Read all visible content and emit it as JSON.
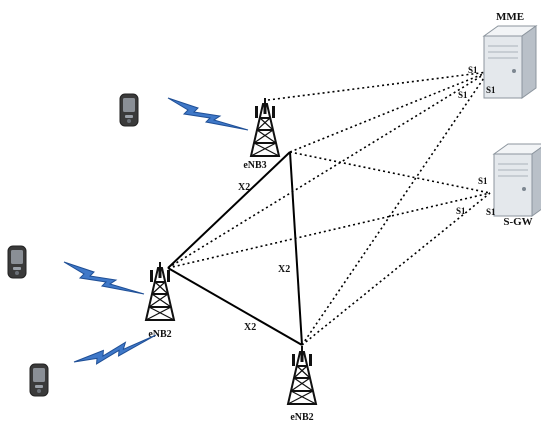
{
  "nodes": {
    "mme_label": "MME",
    "sgw_label": "S-GW",
    "enb3_label": "eNB3",
    "enb2_left_label": "eNB2",
    "enb2_bottom_label": "eNB2"
  },
  "links": {
    "x2_top": "X2",
    "x2_middle": "X2",
    "x2_bottom": "X2",
    "s1_mme_a": "S1",
    "s1_mme_b": "S1",
    "s1_mme_c": "S1",
    "s1_sgw_a": "S1",
    "s1_sgw_b": "S1",
    "s1_sgw_c": "S1"
  },
  "colors": {
    "lightning": "#3f78c8",
    "lightning_stroke": "#1f4f96",
    "line": "#000000",
    "server_body": "#e4e8ec",
    "server_side": "#b9c0c8",
    "phone_body": "#3a3a3a",
    "phone_screen": "#8a8f96",
    "tower": "#111111"
  },
  "icons": [
    "server-icon",
    "cell-tower-icon",
    "mobile-phone-icon",
    "wireless-signal-icon"
  ]
}
